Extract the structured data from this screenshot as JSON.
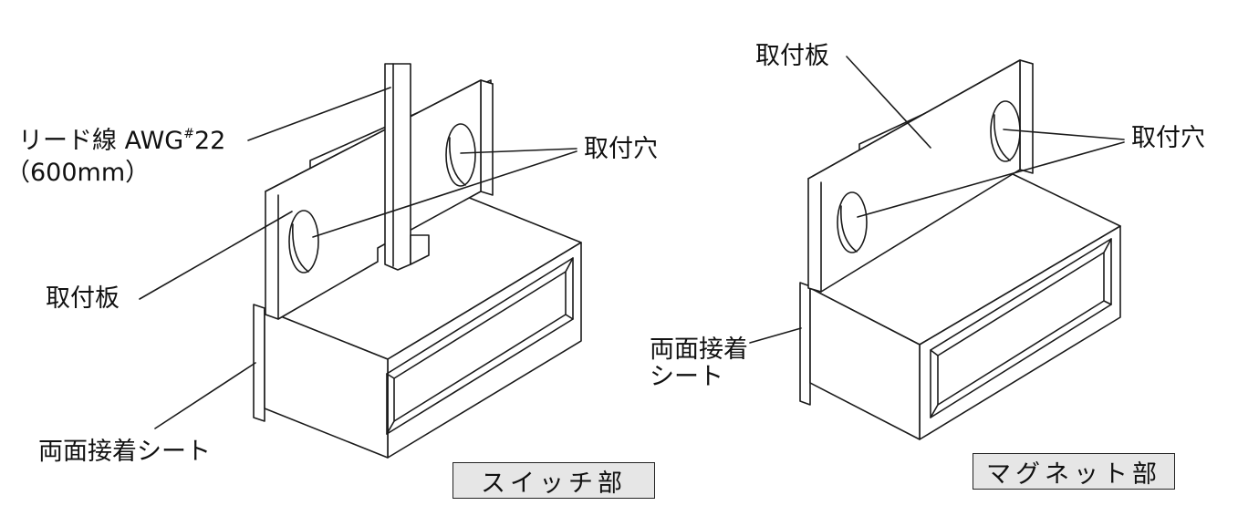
{
  "switch": {
    "lead_wire": "リード線 AWG",
    "lead_wire_mark": "#",
    "lead_wire_gauge": "22",
    "lead_length": "（600mm）",
    "mount_hole": "取付穴",
    "mount_plate": "取付板",
    "adhesive": "両面接着シート",
    "caption": "スイッチ部"
  },
  "magnet": {
    "mount_plate": "取付板",
    "mount_hole": "取付穴",
    "adhesive_line1": "両面接着",
    "adhesive_line2": "シート",
    "caption": "マグネット部"
  },
  "colors": {
    "line": "#1a1a1a",
    "caption_fill": "#e6e6e6"
  }
}
